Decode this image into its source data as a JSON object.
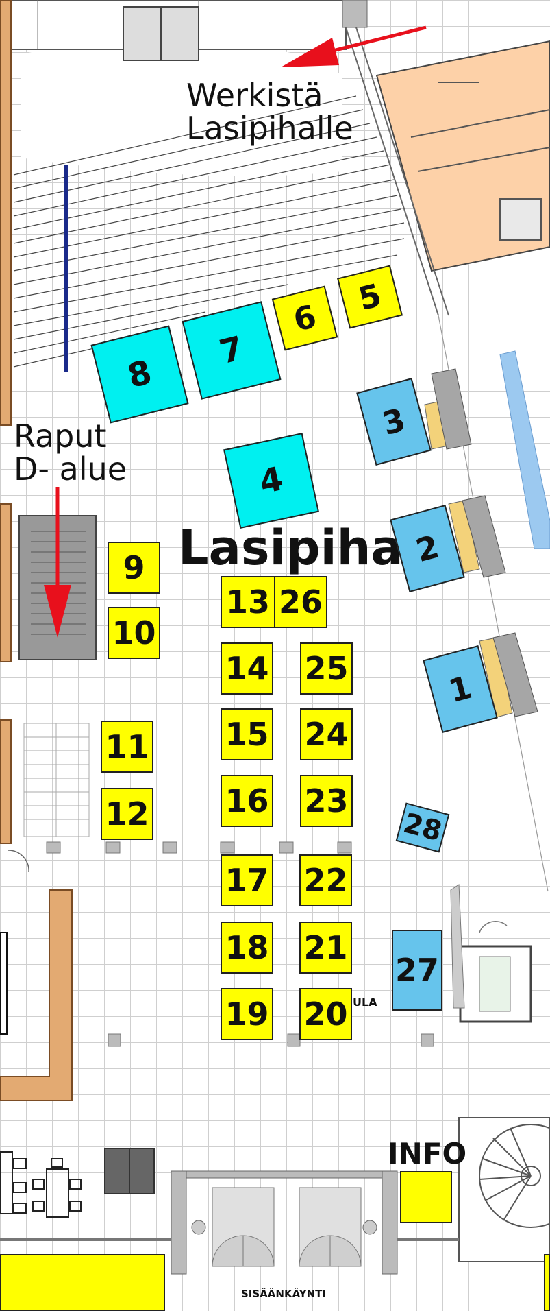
{
  "map": {
    "title": "Lasipiha",
    "labels": {
      "lasipihalle_line1": "Werkistä",
      "lasipihalle_line2": "Lasipihalle",
      "raput_line1": "Raput",
      "raput_line2": "D- alue",
      "info": "INFO",
      "aula_fragment": "ULA",
      "entrance": "SISÄÄNKÄYNTI"
    },
    "booth_colors": {
      "small_booth": "#ffff00",
      "large_booth": "#00f0f0",
      "wall_booth": "#66c4ec",
      "arrow": "#e8101c",
      "stair_area": "#fdd1a8",
      "wall_wood": "#e3aa72"
    },
    "booths": [
      {
        "id": "booth-1",
        "number": "1",
        "color": "blue"
      },
      {
        "id": "booth-2",
        "number": "2",
        "color": "blue"
      },
      {
        "id": "booth-3",
        "number": "3",
        "color": "blue"
      },
      {
        "id": "booth-4",
        "number": "4",
        "color": "cyan"
      },
      {
        "id": "booth-5",
        "number": "5",
        "color": "yellow"
      },
      {
        "id": "booth-6",
        "number": "6",
        "color": "yellow"
      },
      {
        "id": "booth-7",
        "number": "7",
        "color": "cyan"
      },
      {
        "id": "booth-8",
        "number": "8",
        "color": "cyan"
      },
      {
        "id": "booth-9",
        "number": "9",
        "color": "yellow"
      },
      {
        "id": "booth-10",
        "number": "10",
        "color": "yellow"
      },
      {
        "id": "booth-11",
        "number": "11",
        "color": "yellow"
      },
      {
        "id": "booth-12",
        "number": "12",
        "color": "yellow"
      },
      {
        "id": "booth-13",
        "number": "13",
        "color": "yellow"
      },
      {
        "id": "booth-14",
        "number": "14",
        "color": "yellow"
      },
      {
        "id": "booth-15",
        "number": "15",
        "color": "yellow"
      },
      {
        "id": "booth-16",
        "number": "16",
        "color": "yellow"
      },
      {
        "id": "booth-17",
        "number": "17",
        "color": "yellow"
      },
      {
        "id": "booth-18",
        "number": "18",
        "color": "yellow"
      },
      {
        "id": "booth-19",
        "number": "19",
        "color": "yellow"
      },
      {
        "id": "booth-20",
        "number": "20",
        "color": "yellow"
      },
      {
        "id": "booth-21",
        "number": "21",
        "color": "yellow"
      },
      {
        "id": "booth-22",
        "number": "22",
        "color": "yellow"
      },
      {
        "id": "booth-23",
        "number": "23",
        "color": "yellow"
      },
      {
        "id": "booth-24",
        "number": "24",
        "color": "yellow"
      },
      {
        "id": "booth-25",
        "number": "25",
        "color": "yellow"
      },
      {
        "id": "booth-26",
        "number": "26",
        "color": "yellow"
      },
      {
        "id": "booth-27",
        "number": "27",
        "color": "blue"
      },
      {
        "id": "booth-28",
        "number": "28",
        "color": "blue"
      }
    ]
  }
}
